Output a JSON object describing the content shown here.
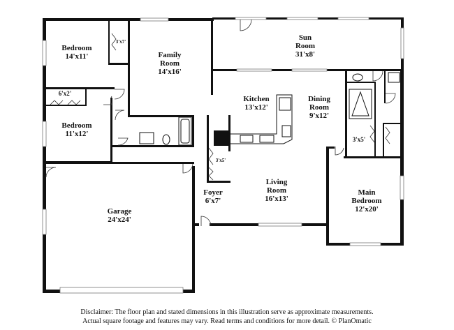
{
  "rooms": {
    "bedroom_nw": {
      "name": "Bedroom",
      "dim": "14'x11'"
    },
    "closet_nw": {
      "dim": "3'x7'"
    },
    "family_room": {
      "name1": "Family",
      "name2": "Room",
      "dim": "14'x16'"
    },
    "sun_room": {
      "name1": "Sun",
      "name2": "Room",
      "dim": "31'x8'"
    },
    "closet_hall": {
      "dim": "6'x2'"
    },
    "bedroom_w": {
      "name": "Bedroom",
      "dim": "11'x12'"
    },
    "kitchen": {
      "name": "Kitchen",
      "dim": "13'x12'"
    },
    "dining_room": {
      "name1": "Dining",
      "name2": "Room",
      "dim": "9'x12'"
    },
    "closet_main": {
      "dim": "3'x5'"
    },
    "closet_foyer": {
      "dim": "3'x5'"
    },
    "foyer": {
      "name": "Foyer",
      "dim": "6'x7'"
    },
    "living_room": {
      "name1": "Living",
      "name2": "Room",
      "dim": "16'x13'"
    },
    "main_bedroom": {
      "name1": "Main",
      "name2": "Bedroom",
      "dim": "12'x20'"
    },
    "garage": {
      "name": "Garage",
      "dim": "24'x24'"
    }
  },
  "disclaimer": {
    "line1": "Disclaimer: The floor plan and stated dimensions in this illustration serve as approximate measurements.",
    "line2": "Actual square footage and features may vary. Read terms and conditions for more detail. © PlanOmatic"
  }
}
